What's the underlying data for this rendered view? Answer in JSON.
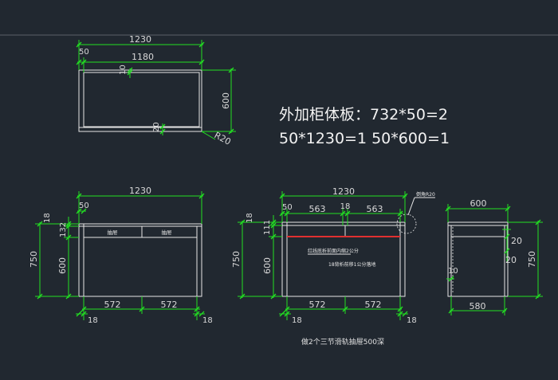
{
  "top_view": {
    "dim_width": "1230",
    "dim_inner": "1180",
    "dim_side": "50",
    "dim_ten": "10",
    "dim_twenty": "20",
    "dim_depth": "600",
    "dim_radius": "R20"
  },
  "panel_text": {
    "line1": "外加柜体板：732*50=2",
    "line2": "50*1230=1   50*600=1"
  },
  "front_left": {
    "dim_width": "1230",
    "dim_side": "50",
    "dim_18": "18",
    "dim_132": "132",
    "dim_height": "750",
    "dim_600": "600",
    "dim_572a": "572",
    "dim_572b": "572",
    "dim_18_left": "18",
    "dim_18_right": "18",
    "drawer_left": "抽屉",
    "drawer_right": "抽屉"
  },
  "front_mid": {
    "dim_width": "1230",
    "dim_side": "50",
    "dim_563a": "563",
    "dim_18_top": "18",
    "dim_563b": "563",
    "dim_18": "18",
    "dim_111": "111",
    "dim_height": "750",
    "dim_600": "600",
    "dim_572a": "572",
    "dim_572b": "572",
    "dim_18_left": "18",
    "dim_18_right": "18",
    "corner_note": "倒角R20",
    "note_red": "红线底析前面内缩2公分",
    "note_back": "18背析前移1公分落地"
  },
  "side_view": {
    "dim_600": "600",
    "dim_20a": "20",
    "dim_20b": "20",
    "dim_10": "10",
    "dim_height": "750",
    "dim_580": "580"
  },
  "caption": "做2个三节滑轨抽屉500深"
}
